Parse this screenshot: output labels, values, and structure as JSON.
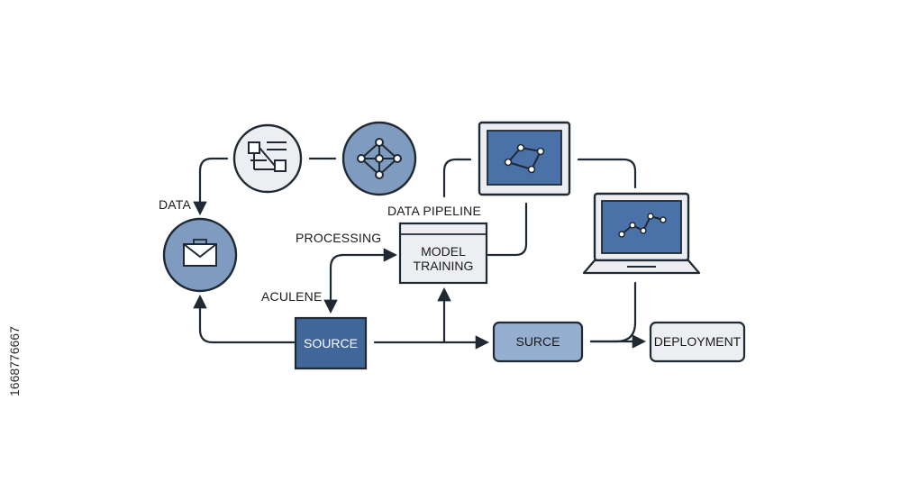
{
  "diagram": {
    "labels": {
      "data": "DATA",
      "processing": "PROCESSING",
      "aculene": "ACULENE",
      "data_pipeline": "DATA PIPELINE"
    },
    "nodes": {
      "model_training_line1": "MODEL",
      "model_training_line2": "TRAINING",
      "source": "SOURCE",
      "surce": "SURCE",
      "deployment": "DEPLOYMENT"
    },
    "watermark_id": "1668776667"
  },
  "colors": {
    "stroke": "#1f2933",
    "blue_fill": "#7f9cc0",
    "dark_blue": "#40669a",
    "screen_blue": "#4a72a8",
    "light_gray": "#eceef1",
    "surce_fill": "#96aecf"
  },
  "icons": [
    "flowchart-icon",
    "network-graph-icon",
    "envelope-icon",
    "monitor-graph-icon",
    "laptop-chart-icon"
  ]
}
